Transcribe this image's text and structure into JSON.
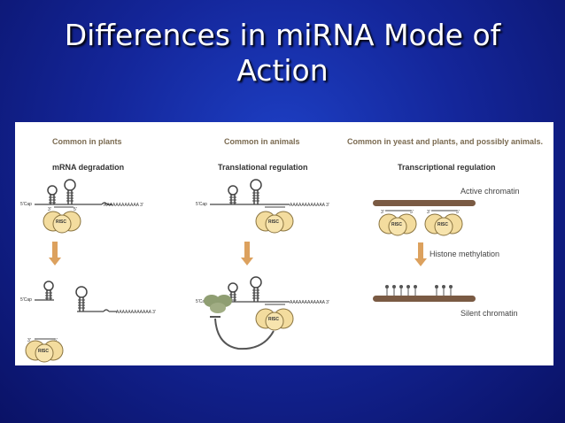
{
  "slide": {
    "title_line1": "Differences in miRNA Mode of",
    "title_line2": "Action"
  },
  "figure": {
    "columns": [
      {
        "header": "Common in plants",
        "subtitle": "mRNA degradation"
      },
      {
        "header": "Common in animals",
        "subtitle": "Translational regulation"
      },
      {
        "header": "Common in yeast and plants, and possibly animals.",
        "subtitle": "Transcriptional regulation"
      }
    ],
    "labels": {
      "active_chromatin": "Active chromatin",
      "histone_methylation": "Histone methylation",
      "silent_chromatin": "Silent chromatin",
      "cap": "5'Cap",
      "polya": "AAAAAAAAAAAA 3'",
      "risc": "RISC",
      "three_prime": "3'",
      "five_prime": "5'"
    },
    "colors": {
      "risc_fill": "#f3dc9e",
      "risc_stroke": "#8a7440",
      "arrow": "#dca15e",
      "chromatin": "#7a5a43",
      "ribosome": "#8f9e72",
      "header": "#7a6a50"
    }
  }
}
